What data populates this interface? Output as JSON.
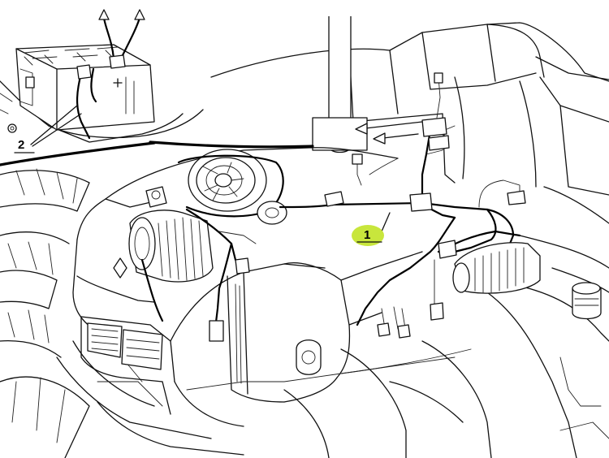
{
  "callouts": [
    {
      "id": "1",
      "label": "1",
      "highlight": "#c8e63c"
    },
    {
      "id": "2",
      "label": "2"
    }
  ],
  "icons": [
    "battery-icon",
    "arrow-up-icon",
    "plus-sign"
  ],
  "colors": {
    "line": "#111111",
    "background": "#ffffff",
    "highlight": "#c8e63c"
  }
}
